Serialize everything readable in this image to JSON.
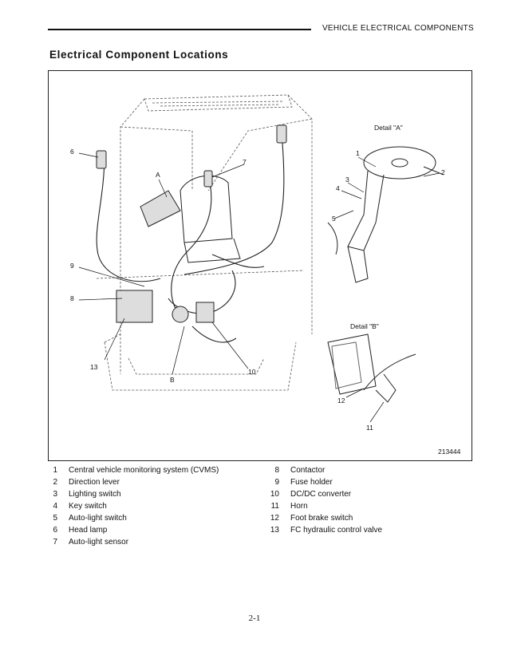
{
  "header": {
    "section_title": "VEHICLE ELECTRICAL COMPONENTS"
  },
  "page_title": "Electrical Component Locations",
  "figure": {
    "detail_a": "Detail \"A\"",
    "detail_b": "Detail \"B\"",
    "figure_number": "213444",
    "callouts": {
      "c1": "1",
      "c2": "2",
      "c3": "3",
      "c4": "4",
      "c5": "5",
      "c6": "6",
      "c7": "7",
      "c8": "8",
      "c9": "9",
      "c10": "10",
      "c11": "11",
      "c12": "12",
      "c13": "13",
      "cA": "A",
      "cB": "B"
    }
  },
  "legend": {
    "left": [
      {
        "num": "1",
        "label": "Central vehicle monitoring system (CVMS)"
      },
      {
        "num": "2",
        "label": "Direction lever"
      },
      {
        "num": "3",
        "label": "Lighting switch"
      },
      {
        "num": "4",
        "label": "Key switch"
      },
      {
        "num": "5",
        "label": "Auto-light switch"
      },
      {
        "num": "6",
        "label": "Head lamp"
      },
      {
        "num": "7",
        "label": "Auto-light sensor"
      }
    ],
    "right": [
      {
        "num": "8",
        "label": "Contactor"
      },
      {
        "num": "9",
        "label": "Fuse holder"
      },
      {
        "num": "10",
        "label": "DC/DC converter"
      },
      {
        "num": "11",
        "label": "Horn"
      },
      {
        "num": "12",
        "label": "Foot brake switch"
      },
      {
        "num": "13",
        "label": "FC hydraulic control valve"
      }
    ]
  },
  "footer": {
    "page_number": "2-1"
  }
}
